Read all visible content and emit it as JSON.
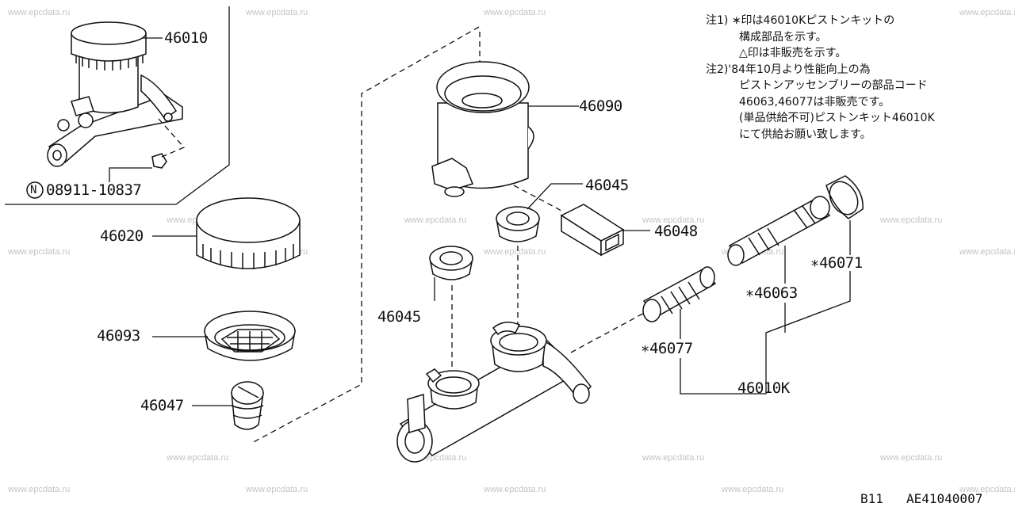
{
  "watermark": "www.epcdata.ru",
  "parts": {
    "p46010": "46010",
    "p08911": "08911-10837",
    "p08911_prefix": "N",
    "p46020": "46020",
    "p46093": "46093",
    "p46047": "46047",
    "p46090": "46090",
    "p46045_top": "46045",
    "p46048": "46048",
    "p46045_mid": "46045",
    "p46071": "∗46071",
    "p46063": "∗46063",
    "p46077": "∗46077",
    "p46010k": "46010K"
  },
  "notes": [
    "注1) ∗印は46010Kピストンキットの",
    "構成部品を示す。",
    "△印は非販売を示す。",
    "注2)'84年10月より性能向上の為",
    "ピストンアッセンブリーの部品コード",
    "46063,46077は非販売です。",
    "(単品供給不可)ピストンキット46010K",
    "にて供給お願い致します。"
  ],
  "footer": {
    "page": "B11",
    "code": "AE41040007"
  }
}
